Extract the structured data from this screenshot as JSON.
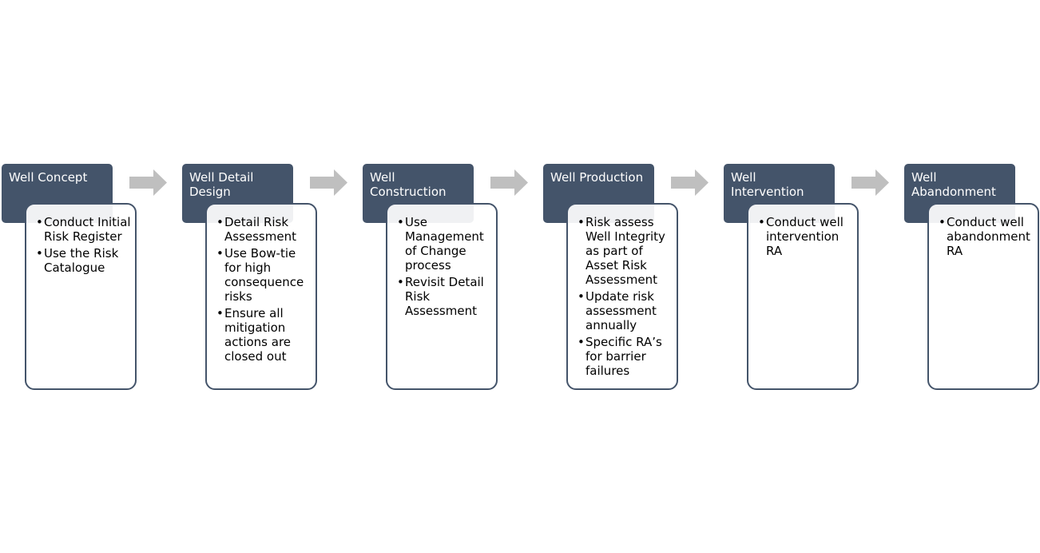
{
  "colors": {
    "header_bg": "#44546a",
    "header_text": "#ffffff",
    "body_border": "#44546a",
    "arrow": "#bfbfbf"
  },
  "bullet_glyph": "•",
  "stages": [
    {
      "title": "Well Concept",
      "items": [
        "Conduct Initial Risk Register",
        "Use the Risk Catalogue"
      ]
    },
    {
      "title": "Well Detail Design",
      "items": [
        "Detail Risk Assessment",
        "Use Bow-tie for high consequence risks",
        "Ensure all mitigation actions are closed out"
      ]
    },
    {
      "title": "Well Construction",
      "items": [
        "Use Management of Change process",
        "Revisit Detail Risk Assessment"
      ]
    },
    {
      "title": "Well Production",
      "items": [
        "Risk assess Well Integrity as part of Asset Risk Assessment",
        "Update risk assessment annually",
        " Specific RA’s for barrier failures"
      ]
    },
    {
      "title": "Well Intervention",
      "items": [
        "Conduct well intervention RA"
      ]
    },
    {
      "title": "Well Abandonment",
      "items": [
        "Conduct well abandonment RA"
      ]
    }
  ]
}
